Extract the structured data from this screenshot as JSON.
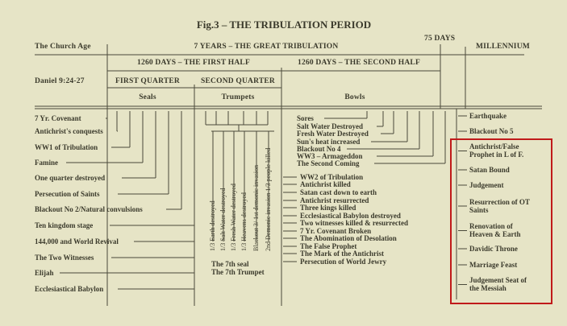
{
  "title": "Fig.3 – THE TRIBULATION PERIOD",
  "header": {
    "church_age": "The Church Age",
    "seven_years": "7 YEARS – THE GREAT TRIBULATION",
    "days75": "75 DAYS",
    "millennium": "MILLENNIUM",
    "first_half": "1260 DAYS – THE FIRST HALF",
    "second_half": "1260 DAYS – THE SECOND HALF",
    "daniel": "Daniel 9:24-27",
    "first_quarter": "FIRST QUARTER",
    "second_quarter": "SECOND QUARTER",
    "seals": "Seals",
    "trumpets": "Trumpets",
    "bowls": "Bowls"
  },
  "left_events": [
    "7 Yr. Covenant",
    "Antichrist's conquests",
    "WW1 of Tribulation",
    "Famine",
    "One quarter destroyed",
    "Persecution of Saints",
    "Blackout No 2/Natural convulsions",
    "Ten kingdom stage",
    "144,000 and World Revival",
    "The Two Witnesses",
    "Elijah",
    "Ecclesiastical Babylon"
  ],
  "trumpet_events": [
    "1/3 Earth destroyed",
    "1/3 Salt Water destroyed",
    "1/3 Fresh Water destroyed",
    "1/3 Heavens destroyed",
    "Blackout 3/ 1st demonic invasion",
    "2nd Demonic invasion 1/3 people killed"
  ],
  "seventh": [
    "The 7th seal",
    "The 7th Trumpet"
  ],
  "bowl_events": [
    "Sores",
    "Salt Water Destroyed",
    "Fresh Water Destroyed",
    "Sun's heat increased",
    "Blackout No 4",
    "WW3 – Armageddon",
    "The Second Coming"
  ],
  "mid_events": [
    "WW2 of Tribulation",
    "Antichrist killed",
    "Satan cast down to earth",
    "Antichrist resurrected",
    "Three kings killed",
    "Ecclesiastical Babylon destroyed",
    "Two witnesses killed & resurrected",
    "7 Yr. Covenant Broken",
    "The Abomination of Desolation",
    "The False Prophet",
    "The Mark of the Antichrist",
    "Persecution of World Jewry"
  ],
  "right_events": [
    "Earthquake",
    "Blackout No 5",
    "Antichrist/False Prophet in L of F.",
    "Satan Bound",
    "Judgement",
    "Resurrection of OT Saints",
    "Renovation of Heaven & Earth",
    "Davidic Throne",
    "Marriage Feast",
    "Judgement Seat of the Messiah"
  ],
  "colors": {
    "paper": "#e6e4c6",
    "ink": "#3b3a2c",
    "highlight": "#c01a1a"
  }
}
